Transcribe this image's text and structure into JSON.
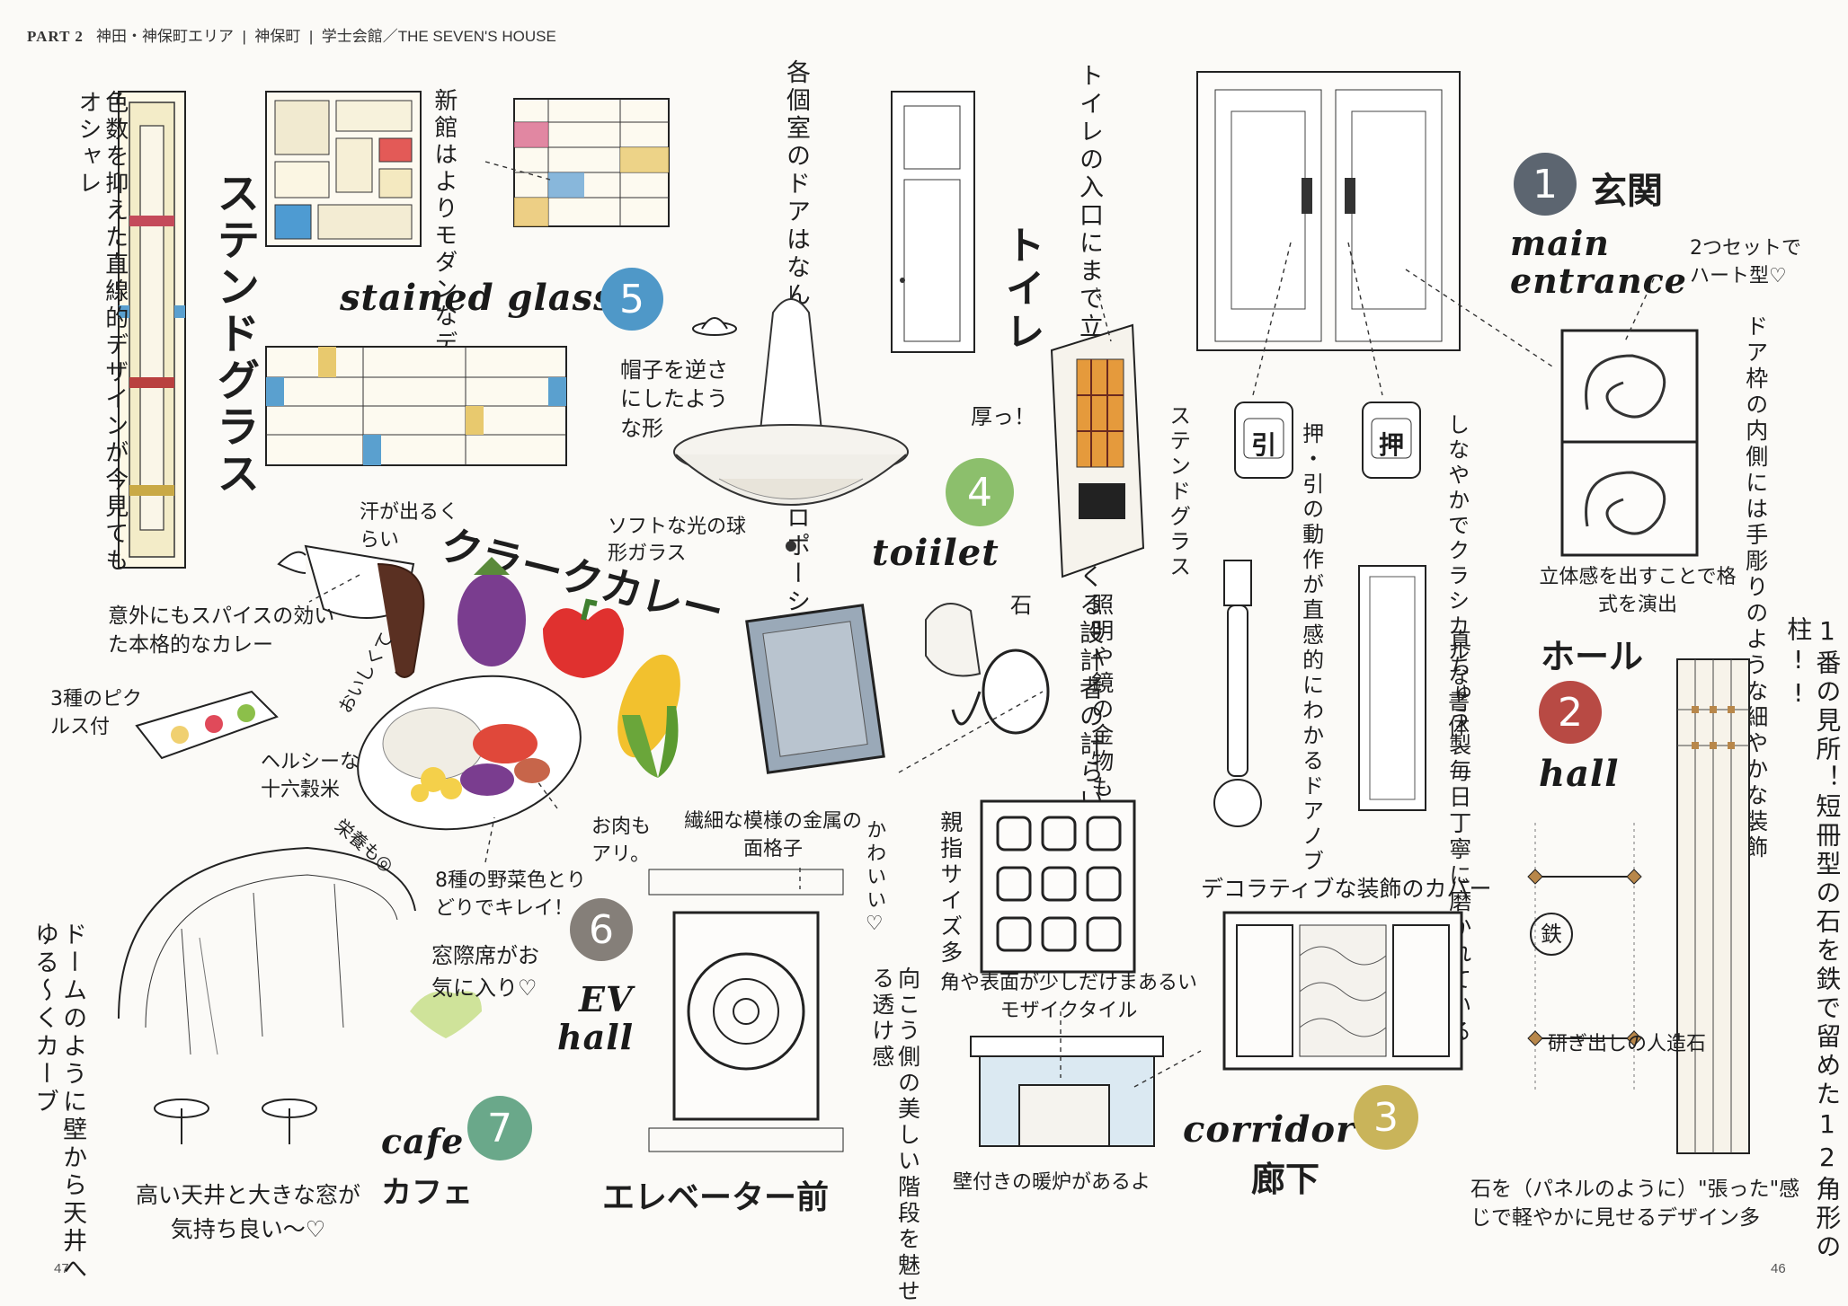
{
  "header": {
    "part": "PART 2",
    "area": "神田・神保町エリア",
    "town": "神保町",
    "venue": "学士会館／THE SEVEN'S HOUSE",
    "sep": "|"
  },
  "page_numbers": {
    "left": "47",
    "right": "46"
  },
  "sections": {
    "entrance": {
      "num": "1",
      "jp": "玄関",
      "en1": "main",
      "en2": "entrance",
      "color": "#5c6570"
    },
    "hall": {
      "num": "2",
      "jp": "ホール",
      "en": "hall",
      "color": "#b84a44"
    },
    "corridor": {
      "num": "3",
      "jp": "廊下",
      "en": "corridor",
      "color": "#c9b45a"
    },
    "toilet": {
      "num": "4",
      "jp": "トイレ",
      "en": "toiilet",
      "color": "#8cbf6c"
    },
    "stained": {
      "num": "5",
      "jp": "ステンドグラス",
      "en": "stained glass",
      "color": "#4f98c8"
    },
    "ev": {
      "num": "6",
      "jp": "エレベーター前",
      "en1": "EV",
      "en2": "hall",
      "color": "#857f79"
    },
    "cafe": {
      "num": "7",
      "jp": "カフェ",
      "en": "cafe",
      "color": "#6aa88a"
    }
  },
  "notes": {
    "stained_left": "色数を抑えた直線的デザインが今見てもオシャレ",
    "stained_new": "新館はよりモダンなデザイン",
    "doors": "各個室のドアはなんともスリムなプロポーション！",
    "toilet_wall": "トイレの入口にまで立派な目隠し壁をつくる設計者の計らい",
    "thick": "厚っ！",
    "toilet_glass": "ステンドグラス",
    "stone": "石",
    "lamp_hat": "帽子を逆さにしたような形",
    "lamp_soft": "ソフトな光の球形ガラス",
    "mirror": "照明や鏡の金物も真ちゅう製",
    "heart": "2つセットでハート型♡",
    "frame_carving": "ドア枠の内側には手彫りのような細やかな装飾",
    "dignity": "立体感を出すことで格式を演出",
    "plate_push": "押",
    "plate_pull": "引",
    "handle_intuitive": "押・引の動作が直感的にわかるドアノブ",
    "handle_font": "しなやかでクラシカルな書体",
    "brass": "真ちゅう製毎日丁寧に磨かれている",
    "pillar": "1番の見所！短冊型の石を鉄で留めた12角形の柱!!",
    "iron": "鉄",
    "artificial": "研ぎ出しの人造石",
    "panel": "石を（パネルのように）\"張った\"感じで軽やかに見せるデザイン多",
    "cover": "デコラティブな装飾のカバー",
    "fireplace": "壁付きの暖炉があるよ",
    "tile_round": "角や表面が少しだけまあるいモザイクタイル",
    "thumb": "親指サイズ多",
    "lattice": "繊細な模様の金属の面格子",
    "cute": "かわいい♡",
    "stairs": "向こう側の美しい階段を魅せる透け感",
    "curry_title": "クラークカレー",
    "sweat": "汗が出るくらい",
    "spice": "意外にもスパイスの効いた本格的なカレー",
    "pickles": "3種のピクルス付",
    "delicious": "おいしくて",
    "healthy": "ヘルシーな十六穀米",
    "nutrition": "栄養も◎",
    "veggies": "8種の野菜色とりどりでキレイ！",
    "meat": "お肉もアリ。",
    "window_seat": "窓際席がお気に入り♡",
    "dome": "ドームのように壁から天井へゆる〜くカーブ",
    "ceiling": "高い天井と大きな窓が気持ち良い〜♡"
  }
}
